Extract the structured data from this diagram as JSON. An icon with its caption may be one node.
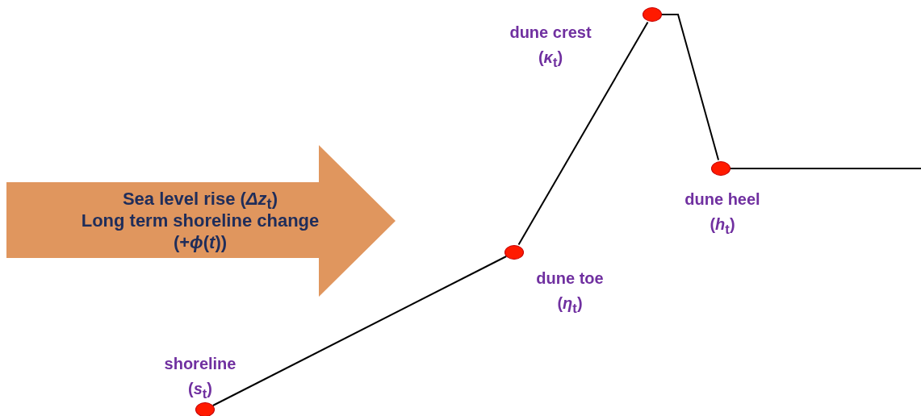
{
  "diagram": {
    "nodes": [
      {
        "text": [
          "Sea level rise (*Δz*$_{t}$)",
          "Long term shoreline change",
          "(+*ϕ*(*t*))"
        ]
      },
      {
        "text": [],
        "shape": "circle",
        "beside": [
          "shoreline",
          "(*s*$_{t}$)"
        ]
      },
      {
        "text": [],
        "shape": "circle",
        "beside": [
          "dune toe",
          "(*η*$_{t}$)"
        ]
      },
      {
        "text": [],
        "shape": "circle",
        "beside": [
          "dune crest",
          "(*κ*$_{t}$)"
        ]
      },
      {
        "text": [],
        "shape": "circle",
        "beside": [
          "dune heel",
          "(*h*$_{t}$)"
        ]
      }
    ],
    "edges": [
      {
        "from": 1,
        "to": 2,
        "arrow": "none"
      },
      {
        "from": 2,
        "to": 3,
        "arrow": "none"
      },
      {
        "from": 3,
        "to": 4,
        "arrow": "none"
      },
      {
        "from": 4,
        "to": null,
        "arrow": "none"
      }
    ]
  }
}
